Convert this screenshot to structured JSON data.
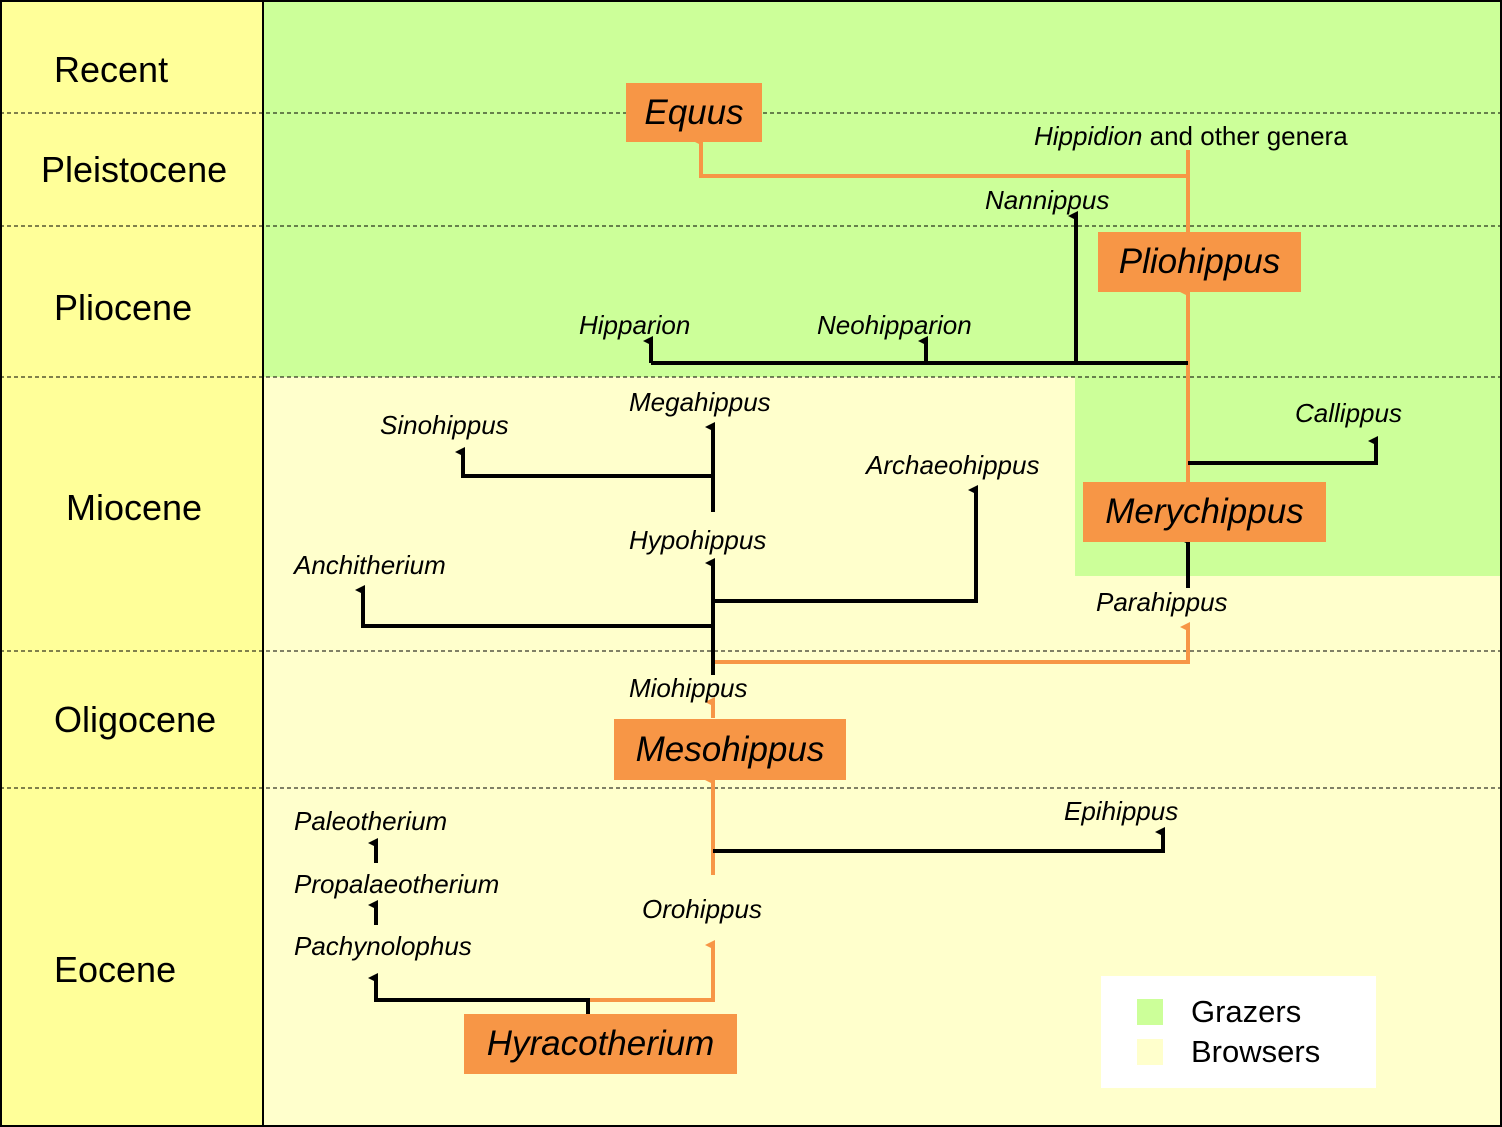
{
  "epochs": {
    "recent": "Recent",
    "pleistocene": "Pleistocene",
    "pliocene": "Pliocene",
    "miocene": "Miocene",
    "oligocene": "Oligocene",
    "eocene": "Eocene"
  },
  "highlighted_genera": {
    "equus": "Equus",
    "pliohippus": "Pliohippus",
    "merychippus": "Merychippus",
    "mesohippus": "Mesohippus",
    "hyracotherium": "Hyracotherium"
  },
  "genera": {
    "hippidion": "Hippidion",
    "hippidion_suffix": " and other genera",
    "nannippus": "Nannippus",
    "hipparion": "Hipparion",
    "neohipparion": "Neohipparion",
    "megahippus": "Megahippus",
    "sinohippus": "Sinohippus",
    "callippus": "Callippus",
    "archaeohippus": "Archaeohippus",
    "hypohippus": "Hypohippus",
    "anchitherium": "Anchitherium",
    "parahippus": "Parahippus",
    "miohippus": "Miohippus",
    "paleotherium": "Paleotherium",
    "propalaeotherium": "Propalaeotherium",
    "pachynolophus": "Pachynolophus",
    "epihippus": "Epihippus",
    "orohippus": "Orohippus"
  },
  "legend": {
    "grazers": "Grazers",
    "browsers": "Browsers"
  },
  "colors": {
    "grazer_fill": "#ccff99",
    "browser_fill": "#ffffcc",
    "epoch_column": "#ffff99",
    "main_lineage": "#f79646",
    "side_branch": "#000000"
  }
}
